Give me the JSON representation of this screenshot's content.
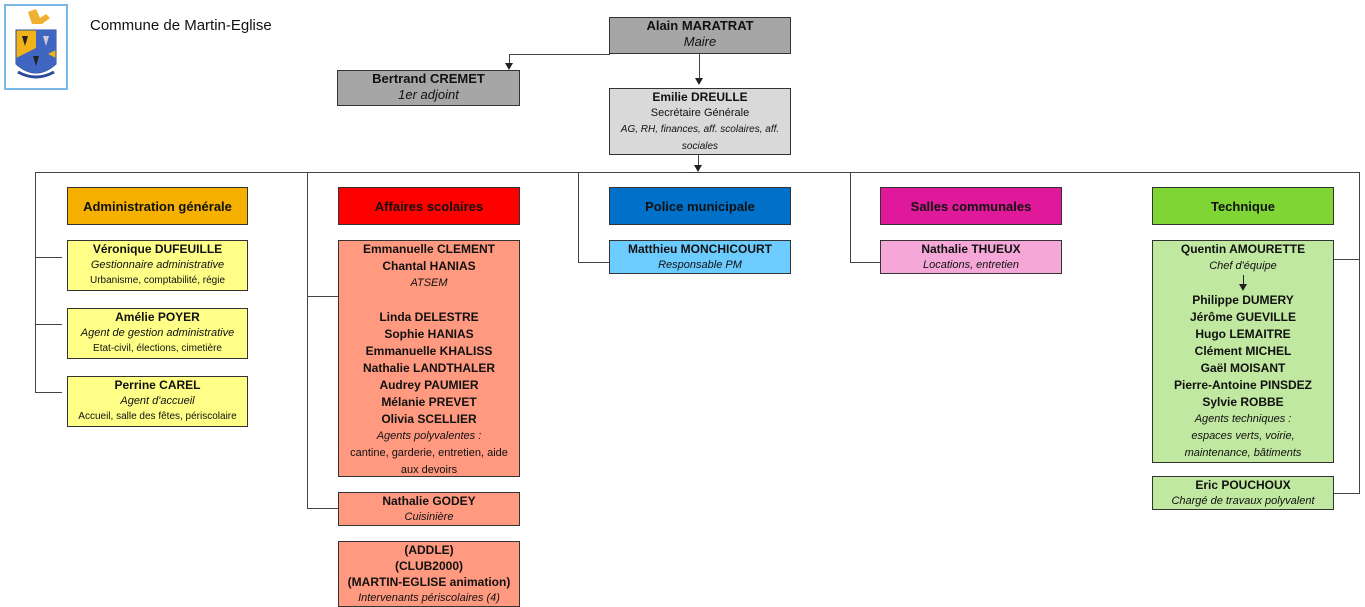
{
  "header": {
    "commune_name": "Commune de Martin-Eglise",
    "logo": "coat-of-arms-icon"
  },
  "colors": {
    "executive": "#a6a6a6",
    "secretary": "#d9d9d9",
    "admin_header": "#f5b000",
    "admin_box": "#ffff88",
    "scolaire_header": "#ff0000",
    "scolaire_box": "#ff9980",
    "police_header": "#0070c8",
    "police_box": "#6dccff",
    "salles_header": "#e0199b",
    "salles_box": "#f5a8d8",
    "technique_header": "#7ed534",
    "technique_box": "#c0e8a0"
  },
  "top": {
    "maire": {
      "name": "Alain MARATRAT",
      "role": "Maire"
    },
    "adjoint": {
      "name": "Bertrand CREMET",
      "role": "1er adjoint"
    },
    "secretaire": {
      "name": "Emilie DREULLE",
      "role": "Secrétaire Générale",
      "desc": "AG, RH, finances, aff. scolaires, aff. sociales"
    }
  },
  "departments": {
    "admin": {
      "title": "Administration générale",
      "staff": [
        {
          "name": "Véronique DUFEUILLE",
          "role": "Gestionnaire administrative",
          "desc": "Urbanisme, comptabilité, régie"
        },
        {
          "name": "Amélie POYER",
          "role": "Agent de gestion administrative",
          "desc": "Etat-civil, élections, cimetière"
        },
        {
          "name": "Perrine CAREL",
          "role": "Agent d'accueil",
          "desc": "Accueil, salle des fêtes, périscolaire"
        }
      ]
    },
    "scolaire": {
      "title": "Affaires scolaires",
      "group": {
        "atsem_names": [
          "Emmanuelle CLEMENT",
          "Chantal HANIAS"
        ],
        "atsem_role": "ATSEM",
        "agents_names": [
          "Linda DELESTRE",
          "Sophie HANIAS",
          "Emmanuelle KHALISS",
          "Nathalie LANDTHALER",
          "Audrey PAUMIER",
          "Mélanie PREVET",
          "Olivia SCELLIER"
        ],
        "agents_role": "Agents polyvalentes :",
        "agents_desc": "cantine, garderie, entretien, aide aux devoirs"
      },
      "cook": {
        "name": "Nathalie GODEY",
        "role": "Cuisinière"
      },
      "periscolaire": {
        "names": [
          "(ADDLE)",
          "(CLUB2000)",
          "(MARTIN-EGLISE animation)"
        ],
        "role": "Intervenants périscolaires (4)"
      }
    },
    "police": {
      "title": "Police municipale",
      "staff": {
        "name": "Matthieu MONCHICOURT",
        "role": "Responsable PM"
      }
    },
    "salles": {
      "title": "Salles communales",
      "staff": {
        "name": "Nathalie THUEUX",
        "role": "Locations, entretien"
      }
    },
    "technique": {
      "title": "Technique",
      "chef": {
        "name": "Quentin AMOURETTE",
        "role": "Chef d'équipe"
      },
      "agents_names": [
        "Philippe DUMERY",
        "Jérôme GUEVILLE",
        "Hugo LEMAITRE",
        "Clément MICHEL",
        "Gaël MOISANT",
        "Pierre-Antoine PINSDEZ",
        "Sylvie ROBBE"
      ],
      "agents_role": "Agents techniques :",
      "agents_desc": "espaces verts, voirie, maintenance, bâtiments",
      "polyvalent": {
        "name": "Eric POUCHOUX",
        "role": "Chargé de travaux polyvalent"
      }
    }
  }
}
